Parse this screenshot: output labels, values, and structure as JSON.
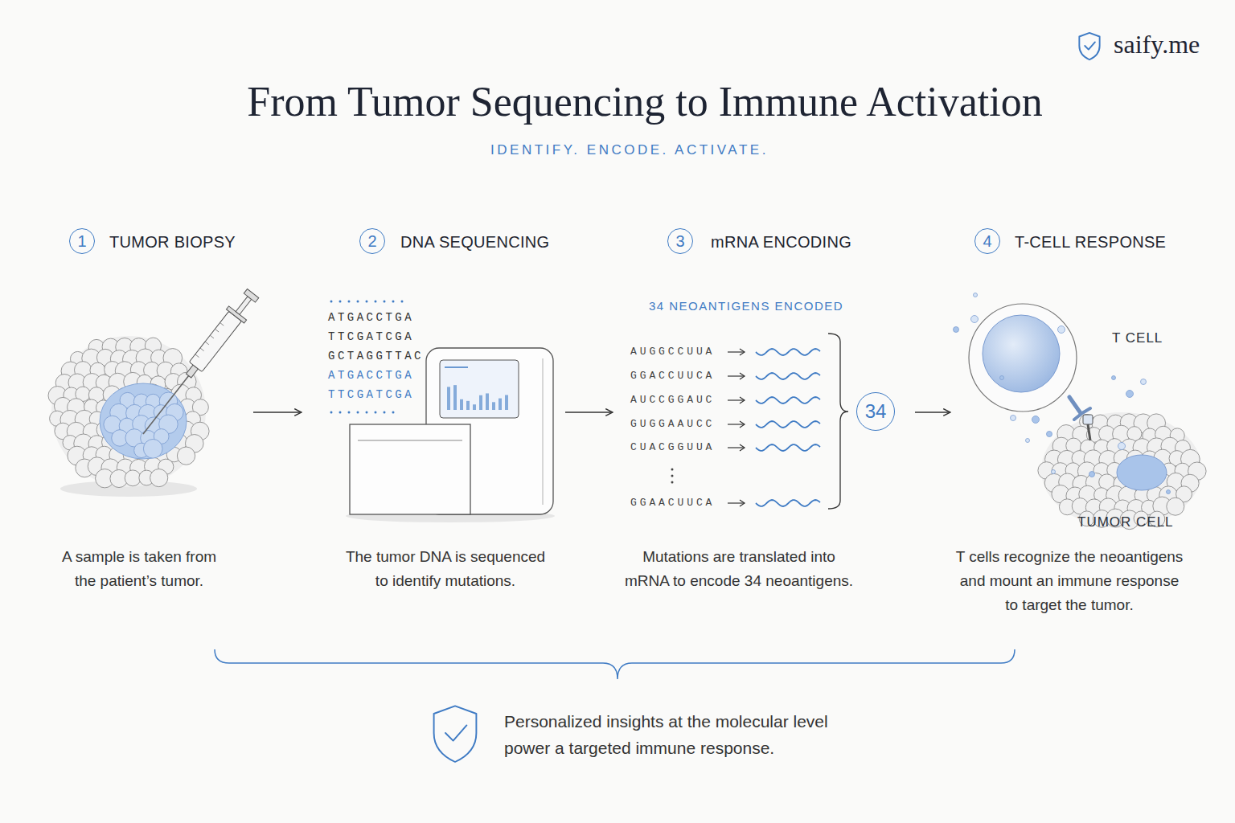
{
  "diagram": {
    "title": "From Tumor Sequencing to Immune Activation",
    "caption": "Personalized insights at the molecular level power a targeted immune response.",
    "nodes": [
      {
        "text": [
          "1",
          "TUMOR BIOPSY",
          "A sample is taken from the patient’s tumor."
        ]
      },
      {
        "text": [
          "2",
          "DNA SEQUENCING",
          "The tumor DNA is sequenced to identify mutations."
        ]
      },
      {
        "text": [
          "3",
          "mRNA ENCODING",
          "Mutations are translated into mRNA to encode 34 neoantigens."
        ]
      },
      {
        "text": [
          "4",
          "T-CELL RESPONSE",
          "T cells recognize the neoantigens and mount an immune response to target the tumor."
        ]
      },
      {
        "text": [
          "34"
        ],
        "in": 2
      }
    ],
    "edges": [
      {
        "from": 0,
        "to": 1,
        "arrow": "to"
      },
      {
        "from": 1,
        "to": 2,
        "arrow": "to"
      },
      {
        "from": 2,
        "to": 3,
        "arrow": "to"
      }
    ],
    "labels": [
      "saify.me",
      "IDENTIFY. ENCODE. ACTIVATE.",
      "ATGACCTGA",
      "TTCGATCGA",
      "GCTAGGTTAC",
      "ATGACCTGA",
      "TTCGATCGA",
      "34 NEOANTIGENS ENCODED",
      "AUGGCCUUA",
      "GGACCUUCA",
      "AUCCGGAUC",
      "GUGGAAUCC",
      "CUACGGUUA",
      "GGAACUUCA",
      "T CELL",
      "TUMOR CELL"
    ]
  }
}
